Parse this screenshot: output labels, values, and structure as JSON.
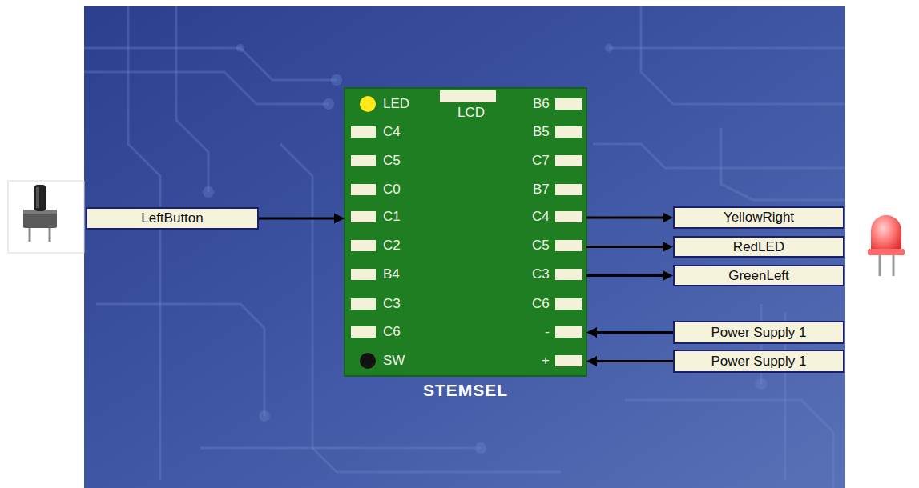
{
  "diagram": {
    "nodes": [
      {
        "text": [
          "LeftButton"
        ]
      },
      {
        "text": [
          "STEMSEL"
        ]
      },
      {
        "text": [
          "YellowRight"
        ]
      },
      {
        "text": [
          "RedLED"
        ]
      },
      {
        "text": [
          "GreenLeft"
        ]
      },
      {
        "text": [
          "Power Supply 1"
        ]
      },
      {
        "text": [
          "Power Supply 1"
        ]
      }
    ],
    "edges": [
      {
        "from": 0,
        "to": 1,
        "arrow": "to"
      },
      {
        "from": 1,
        "to": 2,
        "arrow": "to"
      },
      {
        "from": 1,
        "to": 3,
        "arrow": "to"
      },
      {
        "from": 1,
        "to": 4,
        "arrow": "to"
      },
      {
        "from": 5,
        "to": 1,
        "arrow": "to"
      },
      {
        "from": 6,
        "to": 1,
        "arrow": "to"
      }
    ],
    "labels": [
      "LED",
      "LCD",
      "B6",
      "C4",
      "B5",
      "C5",
      "C7",
      "C0",
      "B7",
      "C1",
      "C4",
      "C2",
      "C5",
      "B4",
      "C3",
      "C3",
      "C6",
      "C6",
      "-",
      "SW",
      "+"
    ]
  }
}
